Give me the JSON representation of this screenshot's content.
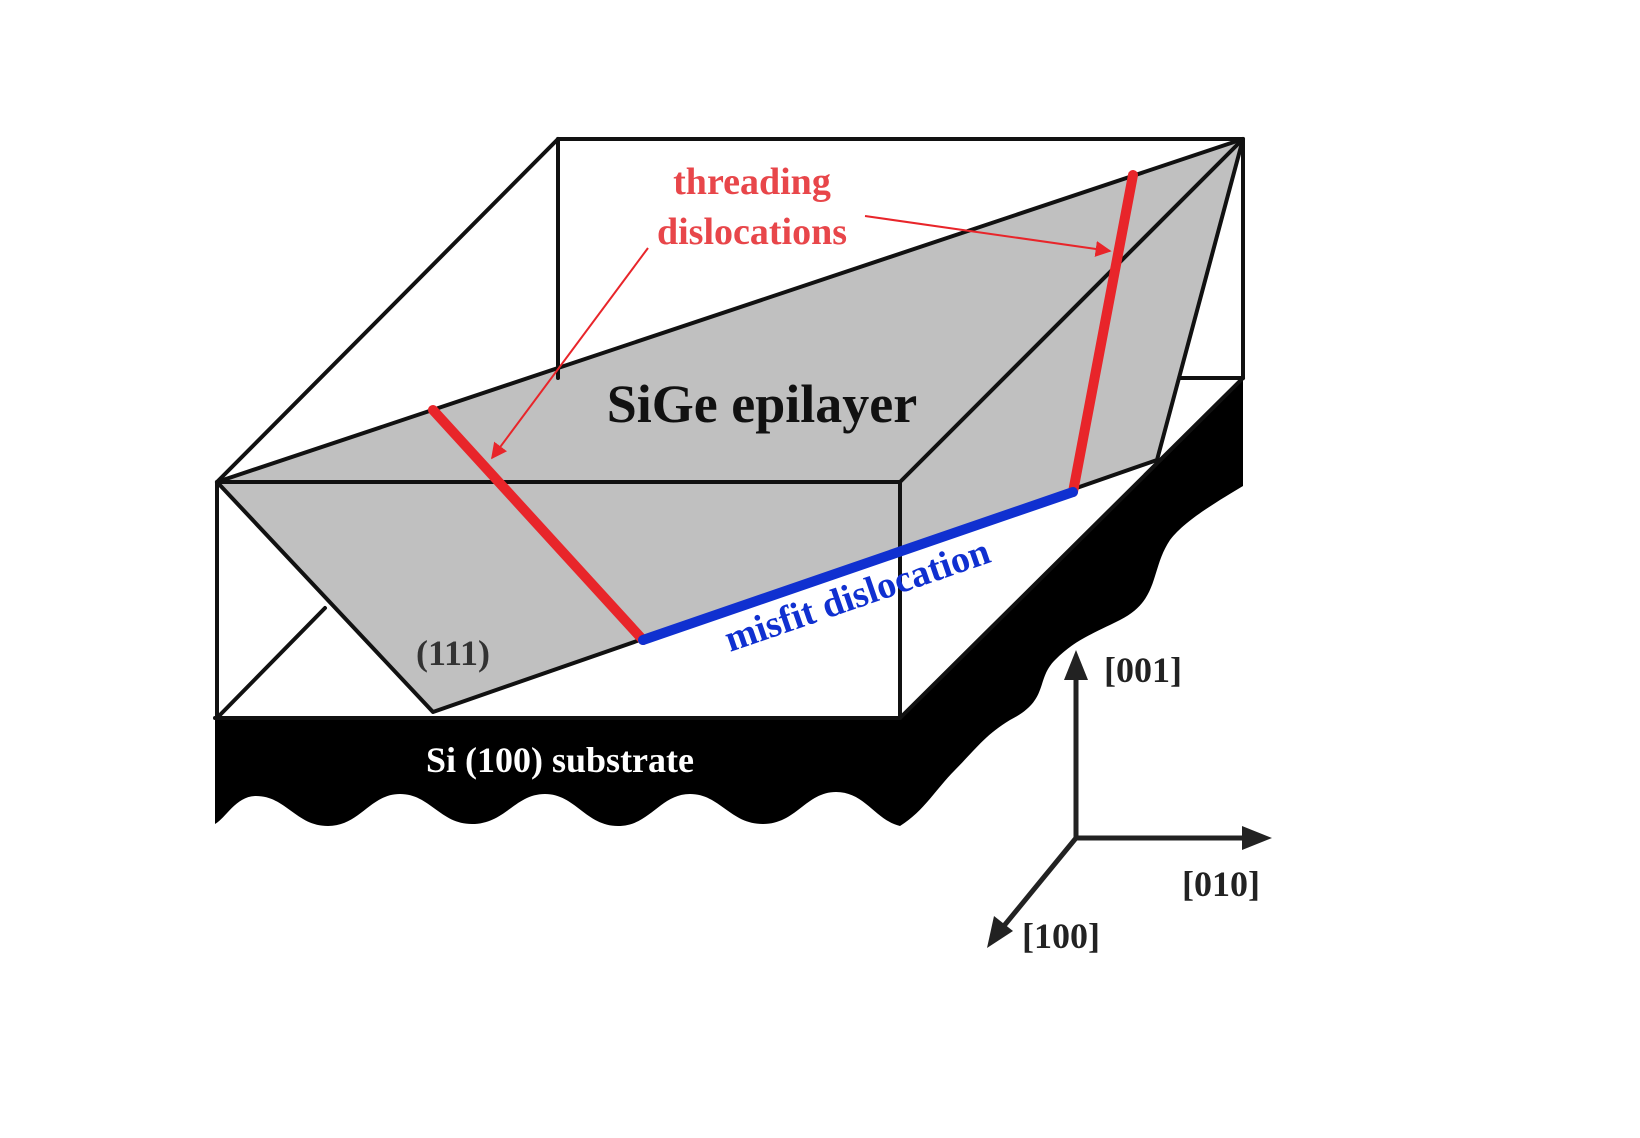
{
  "labels": {
    "title": "SiGe epilayer",
    "threading_line1": "threading",
    "threading_line2": "dislocations",
    "misfit": "misfit dislocation",
    "plane": "(111)",
    "substrate": "Si (100) substrate"
  },
  "axes": {
    "z": "[001]",
    "y": "[010]",
    "x": "[100]"
  },
  "colors": {
    "threading": "#e8252a",
    "misfit": "#1030d0",
    "plane_fill": "#c0c0c0",
    "substrate": "#000000",
    "outline": "#111111",
    "threading_label": "#e8464a"
  }
}
